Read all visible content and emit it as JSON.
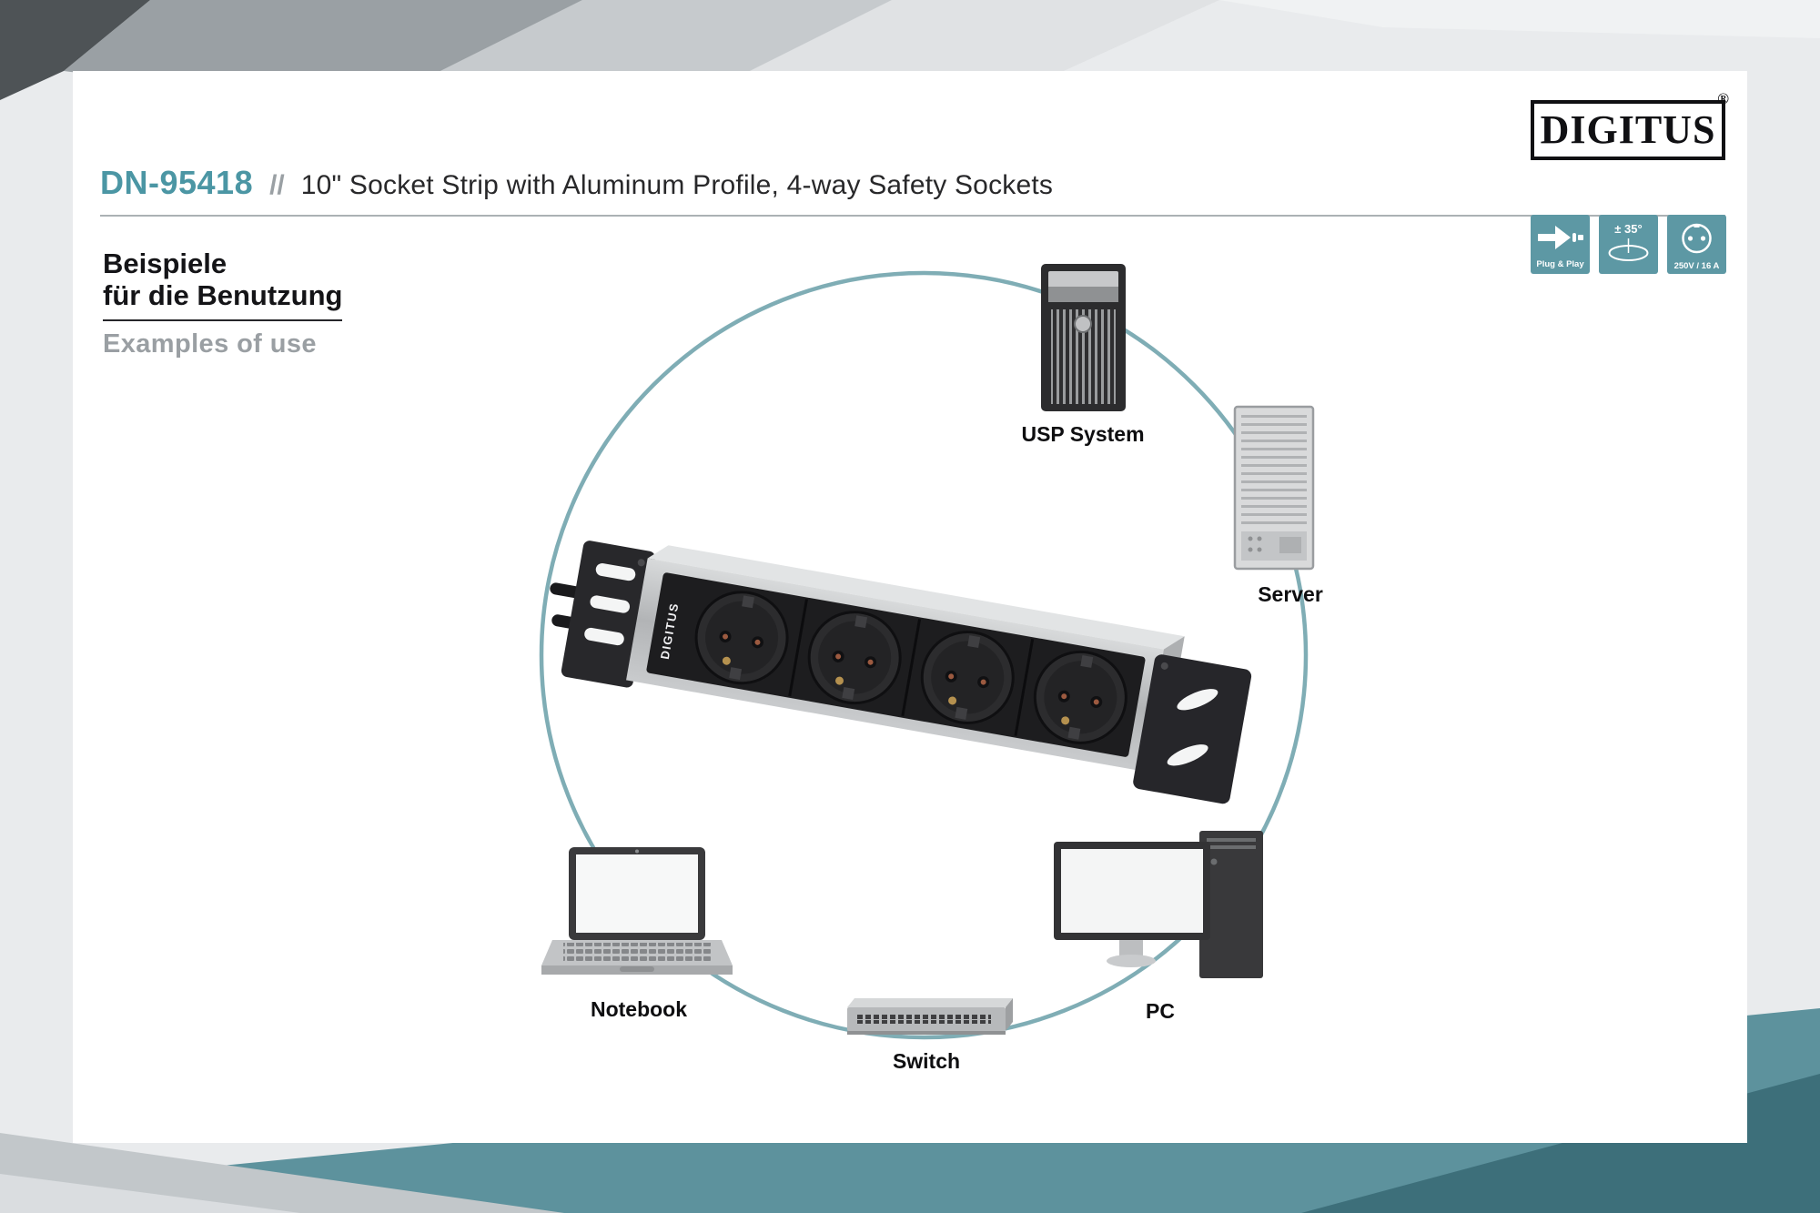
{
  "header": {
    "brand": "DIGITUS",
    "registered_mark": "®",
    "product_code": "DN-95418",
    "separator": "//",
    "product_title": "10\" Socket Strip with Aluminum Profile, 4-way Safety Sockets"
  },
  "section": {
    "heading_de_line1": "Beispiele",
    "heading_de_line2": "für die Benutzung",
    "heading_en": "Examples of use"
  },
  "badges": [
    {
      "id": "plug-and-play",
      "label": "Plug & Play"
    },
    {
      "id": "tilt-angle",
      "label": "± 35°"
    },
    {
      "id": "power-rating",
      "label": "250V / 16 A"
    }
  ],
  "diagram": {
    "product_label": "DIGITUS",
    "nodes": [
      {
        "id": "usp-system",
        "label": "USP System"
      },
      {
        "id": "server",
        "label": "Server"
      },
      {
        "id": "pc",
        "label": "PC"
      },
      {
        "id": "switch",
        "label": "Switch"
      },
      {
        "id": "notebook",
        "label": "Notebook"
      }
    ]
  },
  "colors": {
    "accent_teal": "#4b96a4",
    "ring_teal": "#7fadb5",
    "badge_teal": "#5d98a4",
    "muted_gray": "#9aa0a4",
    "bottom_band_teal": "#5d929d",
    "bottom_corner_teal": "#3d6f7a"
  }
}
